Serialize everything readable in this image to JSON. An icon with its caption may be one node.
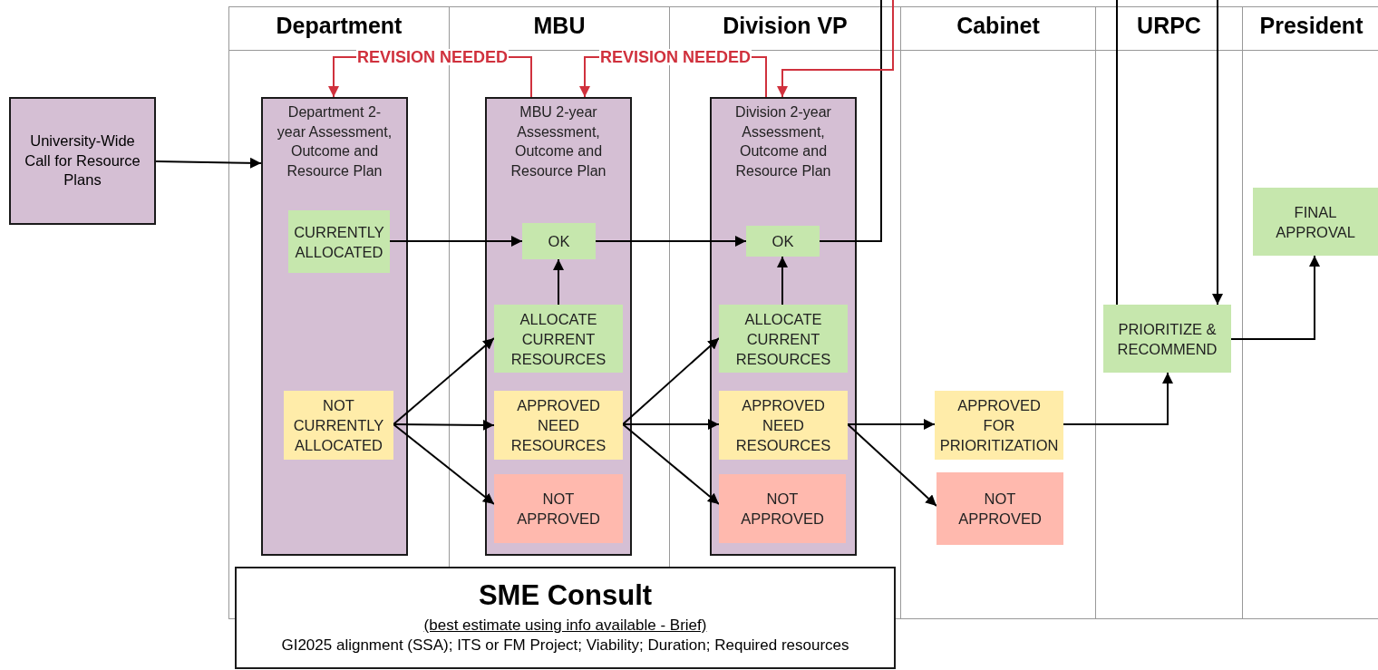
{
  "diagram": {
    "nodes": [
      {
        "text": [
          "Department"
        ]
      },
      {
        "text": [
          "MBU"
        ]
      },
      {
        "text": [
          "Division VP"
        ]
      },
      {
        "text": [
          "Cabinet"
        ]
      },
      {
        "text": [
          "URPC"
        ]
      },
      {
        "text": [
          "President"
        ]
      },
      {
        "text": [
          "University-Wide Call for Resource Plans"
        ]
      },
      {
        "text": [
          "Department 2-year Assessment, Outcome and Resource Plan"
        ],
        "in": 0
      },
      {
        "text": [
          "CURRENTLY ALLOCATED"
        ],
        "in": 7
      },
      {
        "text": [
          "NOT CURRENTLY ALLOCATED"
        ],
        "in": 7
      },
      {
        "text": [
          "MBU 2-year Assessment, Outcome and Resource Plan"
        ],
        "in": 1
      },
      {
        "text": [
          "OK"
        ],
        "in": 10
      },
      {
        "text": [
          "ALLOCATE CURRENT RESOURCES"
        ],
        "in": 10
      },
      {
        "text": [
          "APPROVED NEED RESOURCES"
        ],
        "in": 10
      },
      {
        "text": [
          "NOT APPROVED"
        ],
        "in": 10
      },
      {
        "text": [
          "Division 2-year Assessment, Outcome and Resource Plan"
        ],
        "in": 2
      },
      {
        "text": [
          "OK"
        ],
        "in": 15
      },
      {
        "text": [
          "ALLOCATE CURRENT RESOURCES"
        ],
        "in": 15
      },
      {
        "text": [
          "APPROVED NEED RESOURCES"
        ],
        "in": 15
      },
      {
        "text": [
          "NOT APPROVED"
        ],
        "in": 15
      },
      {
        "text": [
          "APPROVED FOR PRIORITIZATION"
        ],
        "in": 3
      },
      {
        "text": [
          "NOT APPROVED"
        ],
        "in": 3
      },
      {
        "text": [
          "PRIORITIZE & RECOMMEND"
        ],
        "in": 4
      },
      {
        "text": [
          "FINAL APPROVAL"
        ],
        "in": 5
      },
      {
        "text": [
          "SME Consult",
          "(best estimate using info available - Brief)",
          "GI2025 alignment (SSA); ITS or FM Project; Viability; Duration; Required resources"
        ]
      }
    ],
    "edges": [
      {
        "from": 6,
        "to": 7,
        "arrow": "to"
      },
      {
        "from": 8,
        "to": 11,
        "arrow": "to"
      },
      {
        "from": 9,
        "to": 12,
        "arrow": "to"
      },
      {
        "from": 9,
        "to": 13,
        "arrow": "to"
      },
      {
        "from": 9,
        "to": 14,
        "arrow": "to"
      },
      {
        "from": 12,
        "to": 11,
        "arrow": "to"
      },
      {
        "from": 11,
        "to": 16,
        "arrow": "to"
      },
      {
        "from": 13,
        "to": 17,
        "arrow": "to"
      },
      {
        "from": 13,
        "to": 18,
        "arrow": "to"
      },
      {
        "from": 13,
        "to": 19,
        "arrow": "to"
      },
      {
        "from": 17,
        "to": 16,
        "arrow": "to"
      },
      {
        "from": 18,
        "to": 20,
        "arrow": "to"
      },
      {
        "from": 18,
        "to": 21,
        "arrow": "to"
      },
      {
        "from": 20,
        "to": 22,
        "arrow": "to"
      },
      {
        "from": 22,
        "to": 23,
        "arrow": "to"
      },
      {
        "from": 16,
        "to": null,
        "arrow": "none"
      },
      {
        "from": 22,
        "to": null,
        "arrow": "none"
      },
      {
        "from": null,
        "to": 22,
        "arrow": "to"
      },
      {
        "from": 10,
        "to": 7,
        "arrow": "to",
        "label": "REVISION NEEDED",
        "color": "#d0313d"
      },
      {
        "from": 15,
        "to": 10,
        "arrow": "to",
        "label": "REVISION NEEDED",
        "color": "#d0313d"
      },
      {
        "from": null,
        "to": 15,
        "arrow": "to",
        "color": "#d0313d"
      }
    ]
  }
}
